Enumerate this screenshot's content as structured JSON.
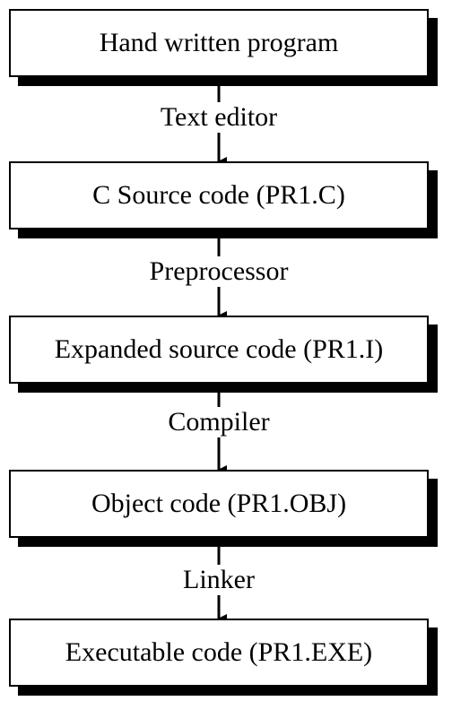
{
  "steps": [
    {
      "text": "Hand written program"
    },
    {
      "text": "C Source code (PR1.C)"
    },
    {
      "text": "Expanded source code (PR1.I)"
    },
    {
      "text": "Object code (PR1.OBJ)"
    },
    {
      "text": "Executable code (PR1.EXE)"
    }
  ],
  "transitions": [
    {
      "text": "Text editor"
    },
    {
      "text": "Preprocessor"
    },
    {
      "text": "Compiler"
    },
    {
      "text": "Linker"
    }
  ],
  "colors": {
    "stroke": "#000000",
    "background": "#ffffff"
  }
}
